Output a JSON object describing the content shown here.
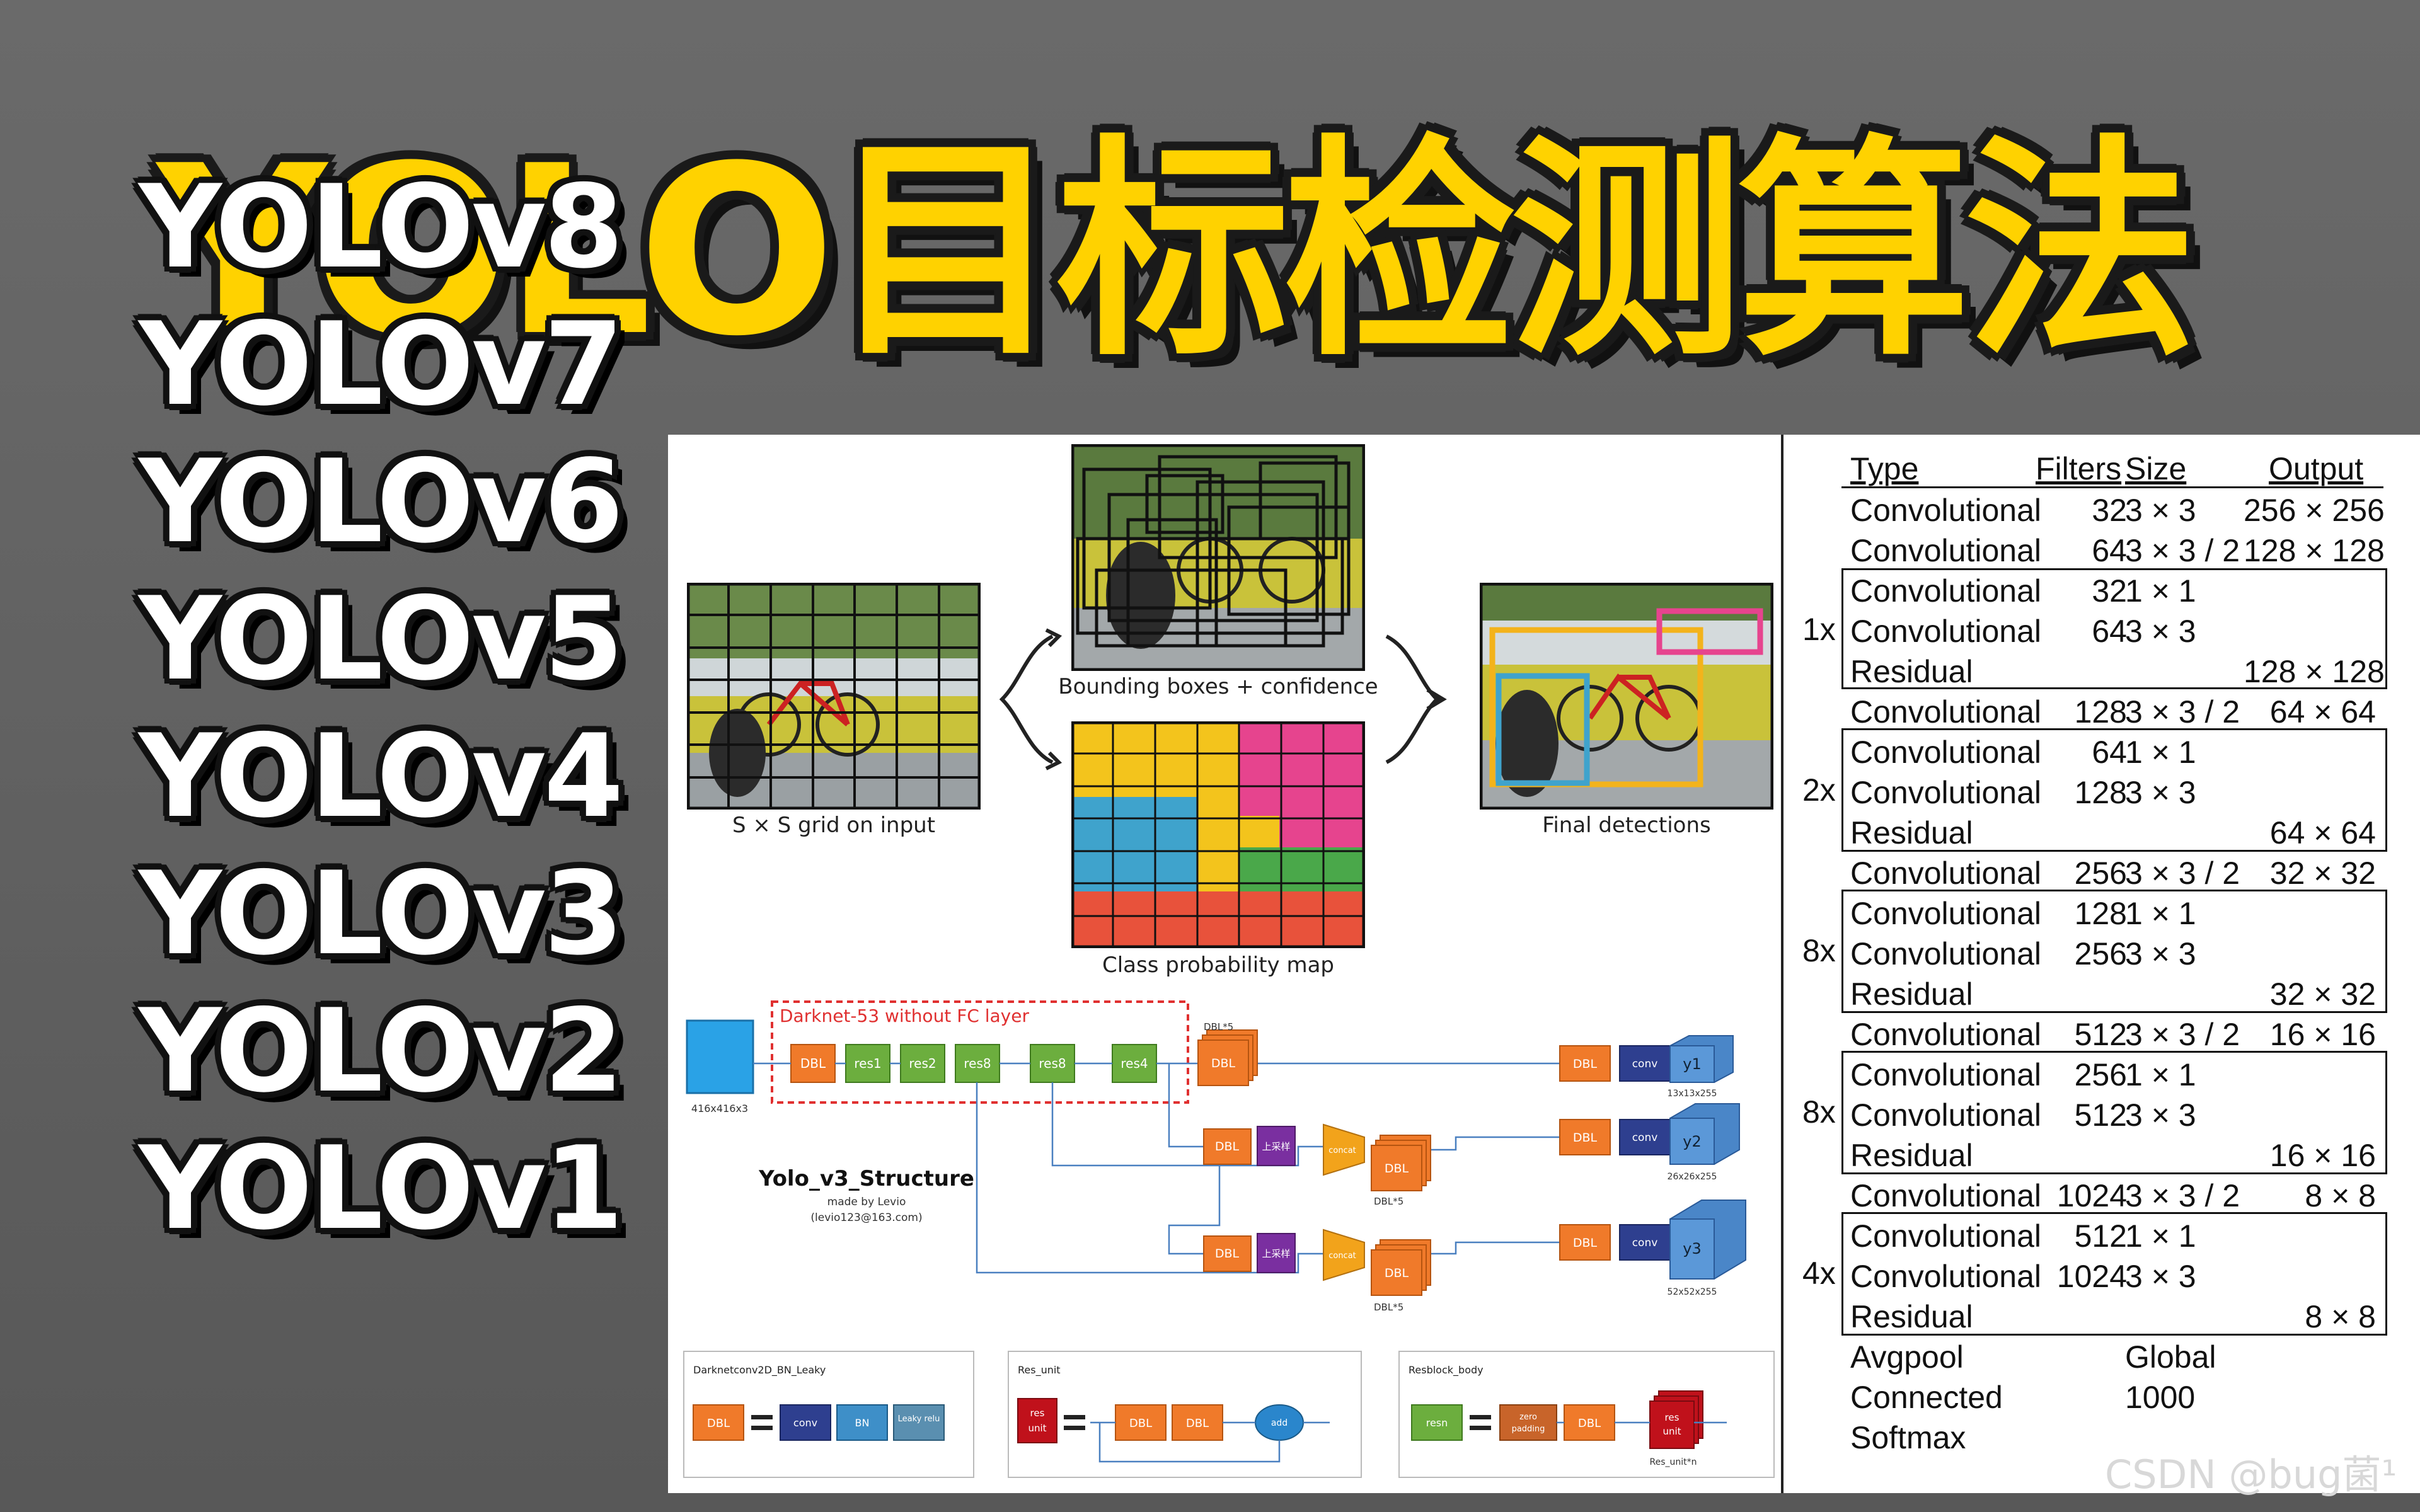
{
  "title": "YOLO目标检测算法",
  "versions": [
    "YOLOv8",
    "YOLOv7",
    "YOLOv6",
    "YOLOv5",
    "YOLOv4",
    "YOLOv3",
    "YOLOv2",
    "YOLOv1"
  ],
  "figure1": {
    "grid_caption": "S × S grid on input",
    "bbox_caption": "Bounding boxes + confidence",
    "classmap_caption": "Class probability map",
    "final_caption": "Final detections"
  },
  "figure2": {
    "darknet_label": "Darknet-53 without FC layer",
    "input_dims": "416x416x3",
    "structure_title": "Yolo_v3_Structure",
    "made_by": "made by Levio",
    "contact": "(levio123@163.com)",
    "blocks": {
      "dbl": "DBL",
      "res1": "res1",
      "res2": "res2",
      "res8": "res8",
      "res4": "res4",
      "conv": "conv",
      "concat": "concat",
      "upsample": "上采样",
      "dbl5": "DBL*5",
      "y1": "y1",
      "y2": "y2",
      "y3": "y3",
      "y1_dims": "13x13x255",
      "y2_dims": "26x26x255",
      "y3_dims": "52x52x255"
    },
    "legend": {
      "dbl_title": "Darknetconv2D_BN_Leaky",
      "bn": "BN",
      "leaky": "Leaky relu",
      "resunit_title": "Res_unit",
      "res": "res",
      "unit": "unit",
      "add": "add",
      "resblock_title": "Resblock_body",
      "resn": "resn",
      "zero": "zero",
      "padding": "padding",
      "resunit_n": "Res_unit*n"
    }
  },
  "table": {
    "headers": {
      "type": "Type",
      "filters": "Filters",
      "size": "Size",
      "output": "Output"
    },
    "rows": [
      {
        "type": "Convolutional",
        "filters": "32",
        "size": "3 × 3",
        "output": "256 × 256"
      },
      {
        "type": "Convolutional",
        "filters": "64",
        "size": "3 × 3 / 2",
        "output": "128 × 128"
      },
      {
        "type": "Convolutional",
        "filters": "32",
        "size": "1 × 1",
        "output": ""
      },
      {
        "type": "Convolutional",
        "filters": "64",
        "size": "3 × 3",
        "output": ""
      },
      {
        "type": "Residual",
        "filters": "",
        "size": "",
        "output": "128 × 128"
      },
      {
        "type": "Convolutional",
        "filters": "128",
        "size": "3 × 3 / 2",
        "output": "64 × 64"
      },
      {
        "type": "Convolutional",
        "filters": "64",
        "size": "1 × 1",
        "output": ""
      },
      {
        "type": "Convolutional",
        "filters": "128",
        "size": "3 × 3",
        "output": ""
      },
      {
        "type": "Residual",
        "filters": "",
        "size": "",
        "output": "64 × 64"
      },
      {
        "type": "Convolutional",
        "filters": "256",
        "size": "3 × 3 / 2",
        "output": "32 × 32"
      },
      {
        "type": "Convolutional",
        "filters": "128",
        "size": "1 × 1",
        "output": ""
      },
      {
        "type": "Convolutional",
        "filters": "256",
        "size": "3 × 3",
        "output": ""
      },
      {
        "type": "Residual",
        "filters": "",
        "size": "",
        "output": "32 × 32"
      },
      {
        "type": "Convolutional",
        "filters": "512",
        "size": "3 × 3 / 2",
        "output": "16 × 16"
      },
      {
        "type": "Convolutional",
        "filters": "256",
        "size": "1 × 1",
        "output": ""
      },
      {
        "type": "Convolutional",
        "filters": "512",
        "size": "3 × 3",
        "output": ""
      },
      {
        "type": "Residual",
        "filters": "",
        "size": "",
        "output": "16 × 16"
      },
      {
        "type": "Convolutional",
        "filters": "1024",
        "size": "3 × 3 / 2",
        "output": "8 × 8"
      },
      {
        "type": "Convolutional",
        "filters": "512",
        "size": "1 × 1",
        "output": ""
      },
      {
        "type": "Convolutional",
        "filters": "1024",
        "size": "3 × 3",
        "output": ""
      },
      {
        "type": "Residual",
        "filters": "",
        "size": "",
        "output": "8 × 8"
      },
      {
        "type": "Avgpool",
        "filters": "",
        "size": "Global",
        "output": ""
      },
      {
        "type": "Connected",
        "filters": "",
        "size": "1000",
        "output": ""
      },
      {
        "type": "Softmax",
        "filters": "",
        "size": "",
        "output": ""
      }
    ],
    "groups": [
      "1x",
      "2x",
      "8x",
      "8x",
      "4x"
    ]
  },
  "watermark": "CSDN @bug菌¹",
  "colors": {
    "title": "#ffd200",
    "background": "#5c5c5c",
    "dbl": "#f07a2a",
    "res": "#6cae3e",
    "conv": "#2e3f8f",
    "bn": "#3e8fc8",
    "upsample": "#7a2fa0",
    "concat": "#f2a31b",
    "y_out": "#4a86c8",
    "resunit": "#c0111b"
  }
}
